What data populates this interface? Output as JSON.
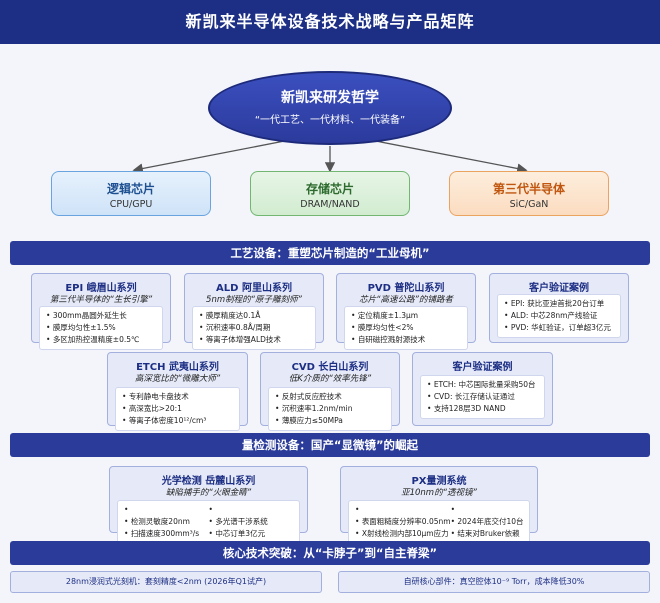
{
  "header": {
    "title": "新凯来半导体设备技术战略与产品矩阵"
  },
  "philosophy": {
    "title": "新凯来研发哲学",
    "subtitle": "“一代工艺、一代材料、一代装备”"
  },
  "chips": [
    {
      "title": "逻辑芯片",
      "sub": "CPU/GPU"
    },
    {
      "title": "存储芯片",
      "sub": "DRAM/NAND"
    },
    {
      "title": "第三代半导体",
      "sub": "SiC/GaN"
    }
  ],
  "sections": {
    "process": "工艺设备：重塑芯片制造的“工业母机”",
    "metrology": "量检测设备：国产“显微镜”的崛起",
    "core": "核心技术突破：从“卡脖子”到“自主脊梁”"
  },
  "cards": {
    "epi": {
      "title": "EPI 峨眉山系列",
      "subtitle": "第三代半导体的“生长引擎”",
      "items": [
        "300mm晶圆外延生长",
        "膜厚均匀性±1.5%",
        "多区加热控温精度±0.5℃"
      ]
    },
    "ald": {
      "title": "ALD 阿里山系列",
      "subtitle": "5nm制程的“原子雕刻师”",
      "items": [
        "膜厚精度达0.1Å",
        "沉积速率0.8Å/周期",
        "等离子体增强ALD技术"
      ]
    },
    "pvd": {
      "title": "PVD 普陀山系列",
      "subtitle": "芯片“高速公路”的铺路者",
      "items": [
        "定位精度±1.3μm",
        "膜厚均匀性<2%",
        "自研磁控溅射源技术"
      ]
    },
    "case1": {
      "title": "客户验证案例",
      "items": [
        "EPI: 获比亚迪首批20台订单",
        "ALD: 中芯28nm产线验证",
        "PVD: 华虹验证，订单超3亿元"
      ]
    },
    "etch": {
      "title": "ETCH 武夷山系列",
      "subtitle": "高深宽比的“微雕大师”",
      "items": [
        "专利静电卡盘技术",
        "高深宽比>20:1",
        "等离子体密度10¹²/cm³"
      ]
    },
    "cvd": {
      "title": "CVD 长白山系列",
      "subtitle": "低K介质的“效率先锋”",
      "items": [
        "反射式反应腔技术",
        "沉积速率1.2nm/min",
        "薄膜应力≤50MPa"
      ]
    },
    "case2": {
      "title": "客户验证案例",
      "items": [
        "ETCH: 中芯国际批量采购50台",
        "CVD: 长江存储认证通过",
        "支持128层3D NAND"
      ]
    },
    "optical": {
      "title": "光学检测 岳麓山系列",
      "subtitle": "缺陷捕手的“火眼金睛”",
      "left": [
        "检测灵敏度20nm",
        "扫描速度300mm³/s"
      ],
      "right": [
        "多光谱干涉系统",
        "中芯订单3亿元"
      ]
    },
    "px": {
      "title": "PX量测系统",
      "subtitle": "亚10nm的“透视镜”",
      "left": [
        "表面粗糙度分辨率0.05nm",
        "X射线检测内部10μm应力"
      ],
      "right": [
        "2024年底交付10台",
        "结束对Bruker依赖"
      ]
    }
  },
  "footer": {
    "left": "28nm浸润式光刻机：套刻精度<2nm (2026年Q1试产)",
    "right": "自研核心部件：真空腔体10⁻⁹ Torr，成本降低30%"
  },
  "colors": {
    "primary": "#2b3b9a",
    "header": "#1c2f84",
    "logic": "#6aa4df",
    "storage": "#72b672",
    "third": "#eba460"
  }
}
